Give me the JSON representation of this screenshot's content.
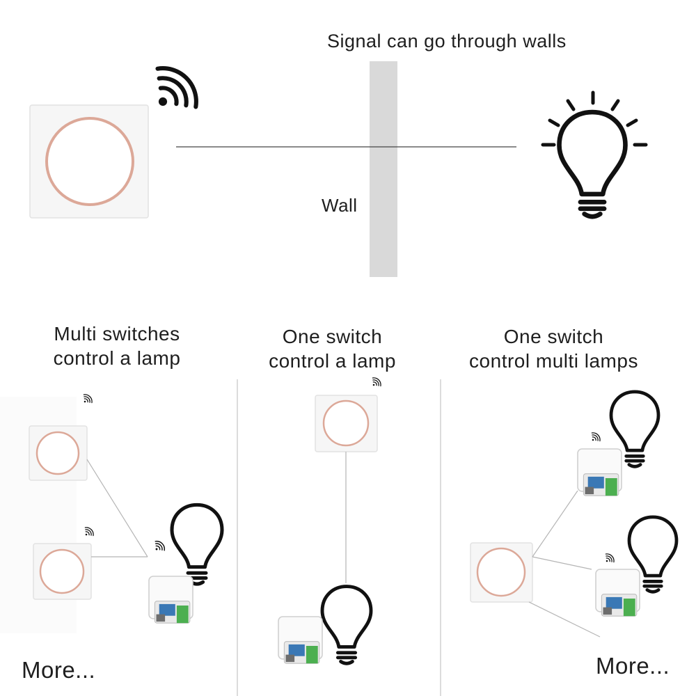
{
  "headline": "Signal can go through walls",
  "wall_label": "Wall",
  "columns": [
    {
      "title_line1": "Multi switches",
      "title_line2": "control a lamp",
      "more": "More..."
    },
    {
      "title_line1": "One switch",
      "title_line2": "control a lamp"
    },
    {
      "title_line1": "One switch",
      "title_line2": "control multi lamps",
      "more": "More..."
    }
  ],
  "icons": {
    "switch": "wireless-wall-switch-icon",
    "signal": "wifi-signal-icon",
    "lamp": "light-bulb-icon",
    "receiver": "relay-receiver-module-icon"
  },
  "colors": {
    "wall": "#d9d9d9",
    "switch_ring": "#dca898",
    "receiver_board": "#3a78b5",
    "receiver_terminal": "#4caf50"
  }
}
